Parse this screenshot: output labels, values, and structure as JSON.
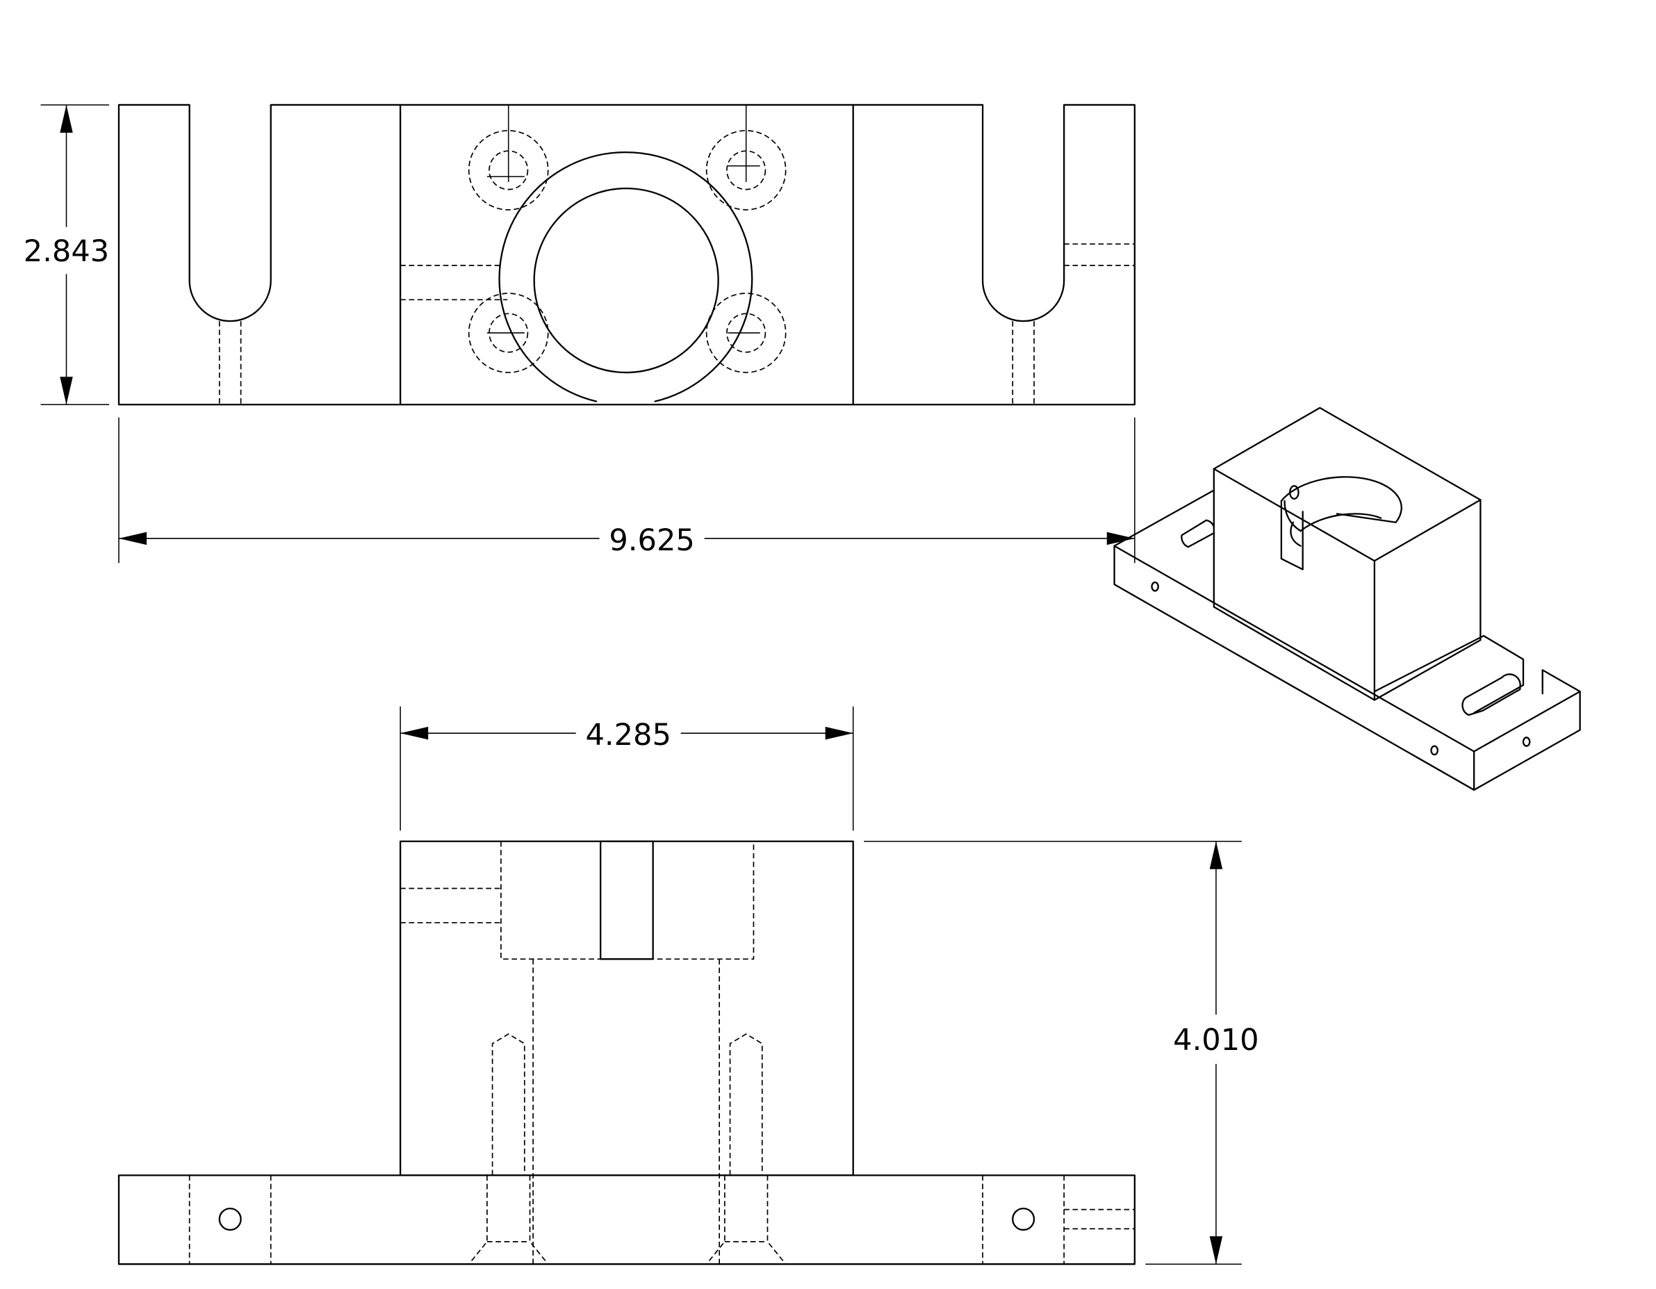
{
  "dimensions": {
    "height_top_view": "2.843",
    "overall_width": "9.625",
    "block_width": "4.285",
    "overall_height": "4.010"
  }
}
